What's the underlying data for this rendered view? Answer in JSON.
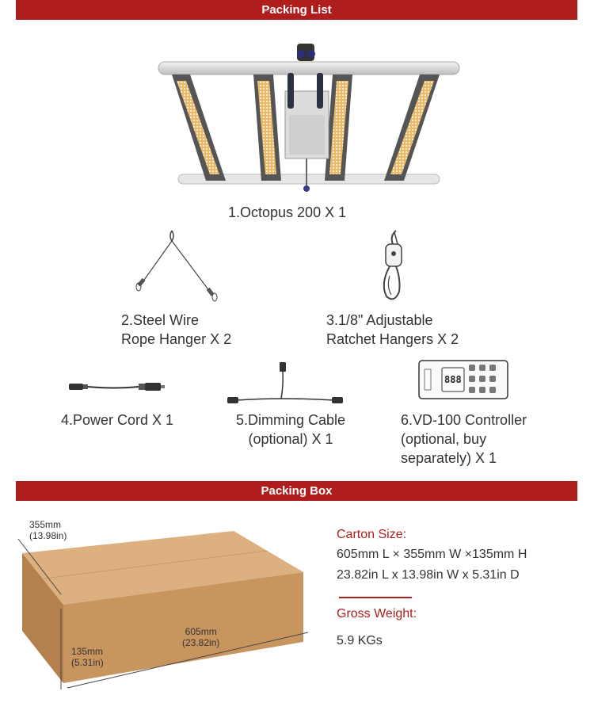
{
  "sections": {
    "packing_list_title": "Packing List",
    "packing_box_title": "Packing Box"
  },
  "items": {
    "item1": "1.Octopus 200 X 1",
    "item2": "2.Steel Wire\n    Rope Hanger X 2",
    "item3": "3.1/8\" Adjustable\n    Ratchet Hangers X 2",
    "item4": "4.Power Cord X 1",
    "item5": "5.Dimming Cable\n(optional) X 1",
    "item6": "6.VD-100 Controller\n(optional, buy\nseparately) X 1"
  },
  "box": {
    "width_dim": "355mm\n(13.98in)",
    "length_dim": "605mm\n(23.82in)",
    "height_dim": "135mm\n(5.31in)"
  },
  "carton": {
    "size_heading": "Carton Size:",
    "size_metric": "605mm L × 355mm W ×135mm H",
    "size_imperial": "23.82in L x 13.98in W x 5.31in D",
    "weight_heading": "Gross Weight:",
    "weight_value": "5.9 KGs"
  },
  "controller_screen": {
    "display": "888"
  },
  "colors": {
    "banner": "#b01d1d",
    "accent": "#b01d1d",
    "box": "#d2a777"
  }
}
